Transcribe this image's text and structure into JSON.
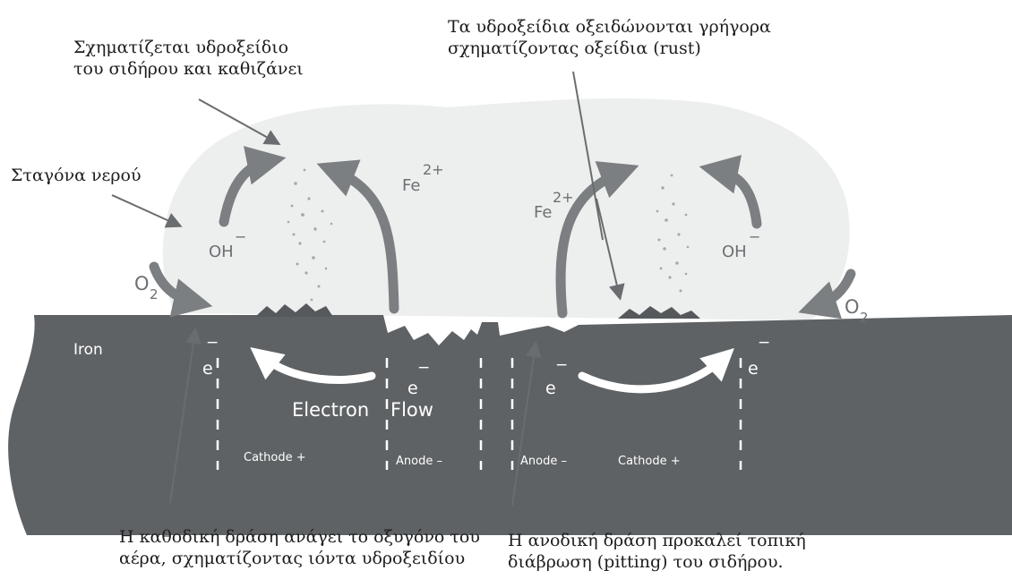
{
  "captions": {
    "hydroxide_precipitates": [
      "Σχηματίζεται υδροξείδιο",
      "του σιδήρου και καθιζάνει"
    ],
    "rust_oxidation": [
      "Τα υδροξείδια οξειδώνονται γρήγορα",
      "σχηματίζοντας οξείδια (rust)"
    ],
    "water_drop": "Σταγόνα νερού",
    "cathodic_action": [
      "Η καθοδική δράση ανάγει το οξυγόνο του",
      "αέρα, σχηματίζοντας ιόντα υδροξειδίου"
    ],
    "anodic_action": [
      "Η ανοδική δράση προκαλεί τοπική",
      "διάβρωση (pitting) του σιδήρου."
    ]
  },
  "labels": {
    "oh_left": "OH",
    "oh_right": "OH",
    "minus": "−",
    "fe_left": "Fe",
    "fe_right": "Fe",
    "charge_2plus": "2+",
    "o2_left": "O",
    "o2_right": "O",
    "o2_subscript": "2",
    "iron": "Iron",
    "electron": "e",
    "electron_flow_1": "Electron",
    "electron_flow_2": "Flow",
    "cathode_left": "Cathode +",
    "anode_left": "Anode –",
    "anode_right": "Anode –",
    "cathode_right": "Cathode +"
  },
  "colors": {
    "drop": "#edeeee",
    "iron": "#5e6265",
    "arrow_gray": "#7c7f82",
    "arrow_white": "#ffffff",
    "pointer": "#6a6d70",
    "particles": "#a5a8ab",
    "label_gray": "#6d7073",
    "text": "#1e1e1e"
  }
}
